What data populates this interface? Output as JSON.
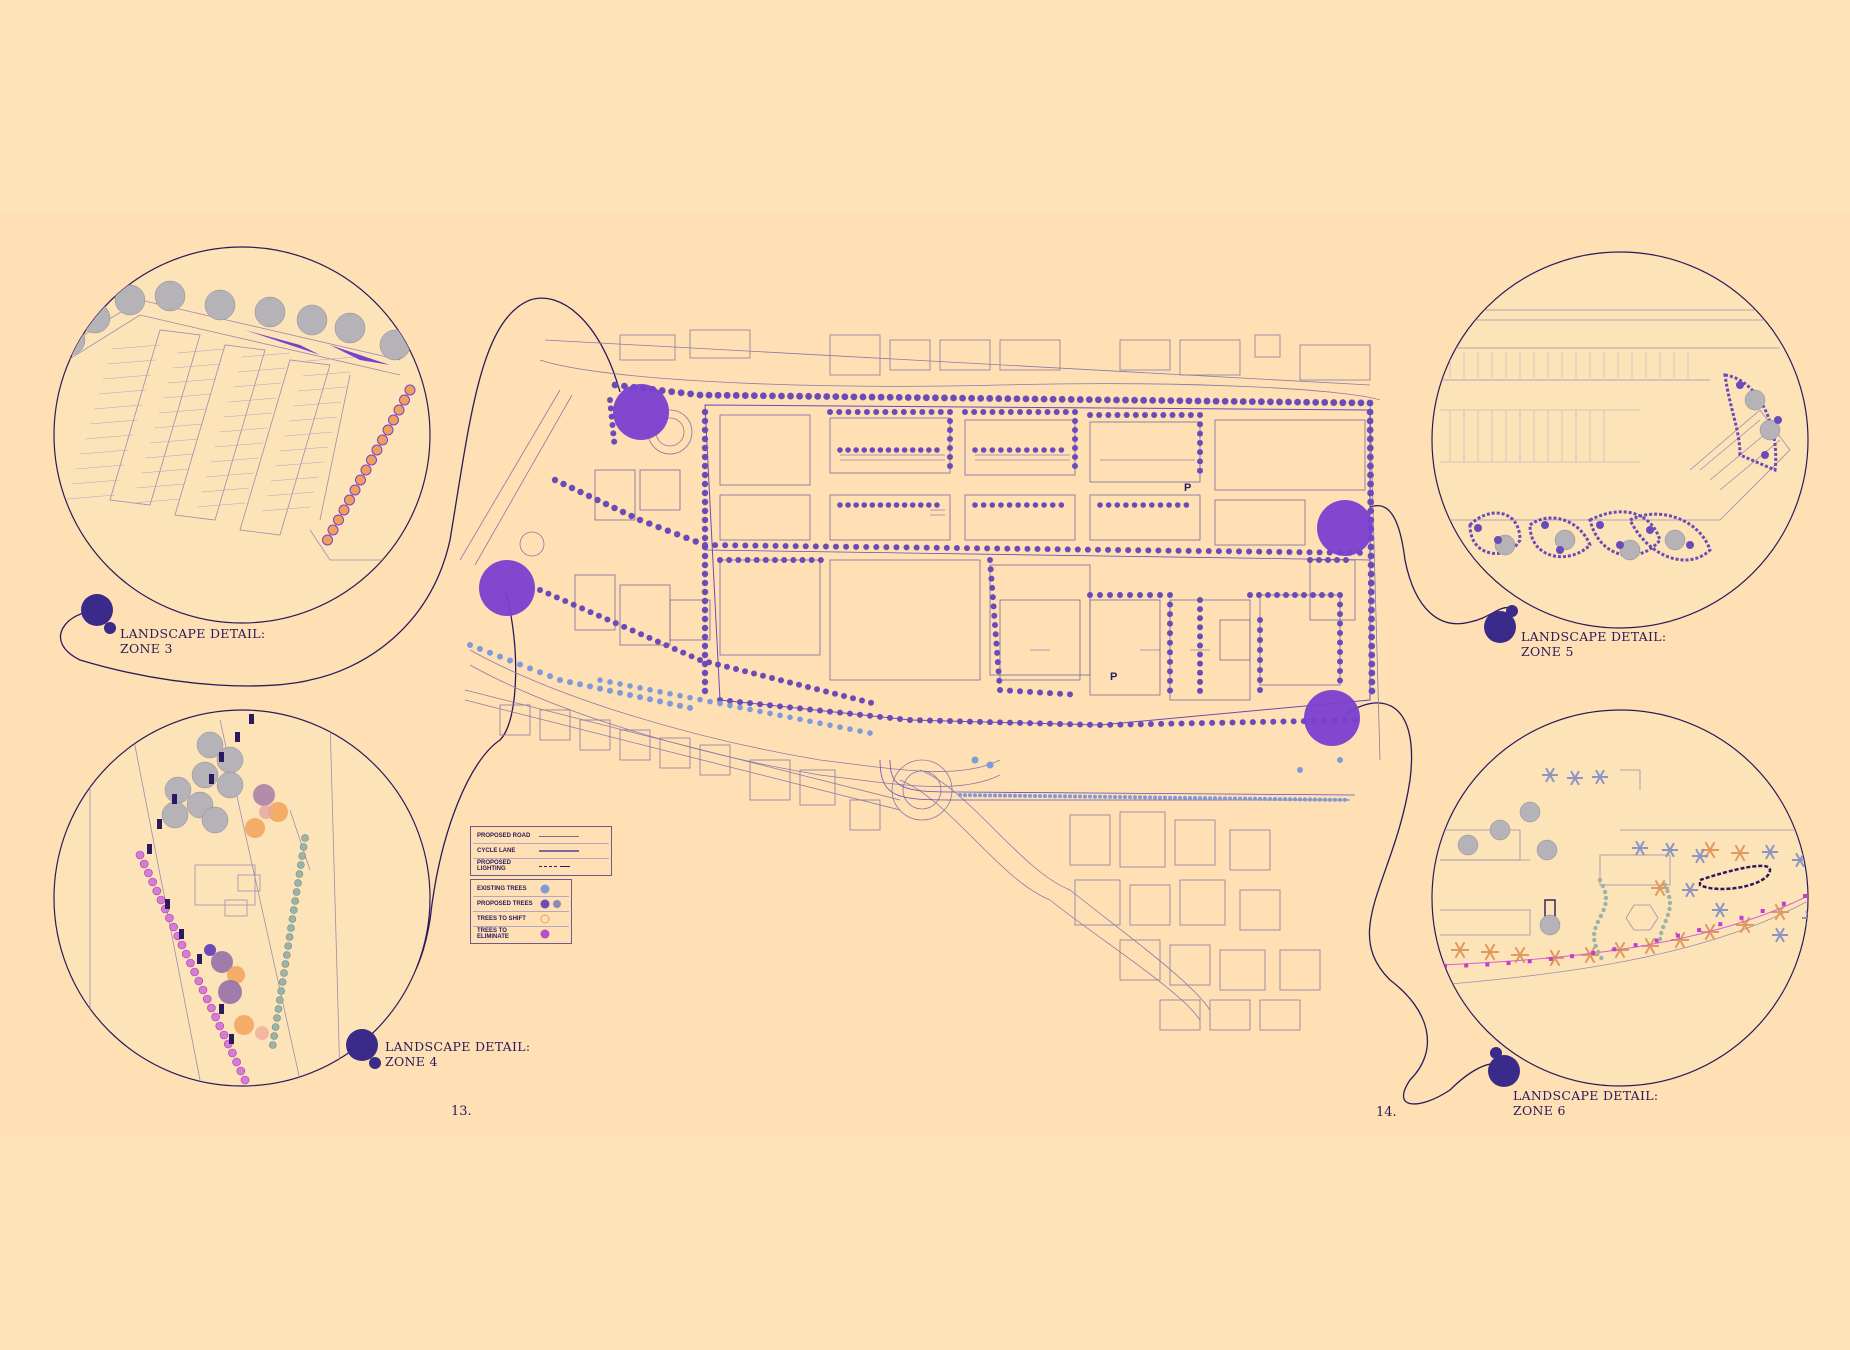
{
  "zones": [
    {
      "line1": "LANDSCAPE DETAIL:",
      "line2": "ZONE 3"
    },
    {
      "line1": "LANDSCAPE DETAIL:",
      "line2": "ZONE 4"
    },
    {
      "line1": "LANDSCAPE DETAIL:",
      "line2": "ZONE 5"
    },
    {
      "line1": "LANDSCAPE DETAIL:",
      "line2": "ZONE 6"
    }
  ],
  "page_numbers": {
    "left": "13.",
    "right": "14."
  },
  "legend": {
    "lines": [
      {
        "label": "PROPOSED ROAD"
      },
      {
        "label": "CYCLE LANE"
      },
      {
        "label": "PROPOSED LIGHTING"
      }
    ],
    "trees": [
      {
        "label": "EXISTING TREES"
      },
      {
        "label": "PROPOSED TREES"
      },
      {
        "label": "TREES TO SHIFT"
      },
      {
        "label": "TREES TO ELIMINATE"
      }
    ]
  },
  "plan_labels": {
    "parking_1": "P",
    "parking_2": "P"
  },
  "colors": {
    "background": "#fde3b8",
    "ink": "#2b1a5e",
    "highlight": "#7a3fd1",
    "tree_proposed": "#6a4bb8",
    "tree_existing": "#7f9ad8",
    "tree_eliminate": "#b64fc6",
    "tree_shift": "#e8a25a"
  }
}
